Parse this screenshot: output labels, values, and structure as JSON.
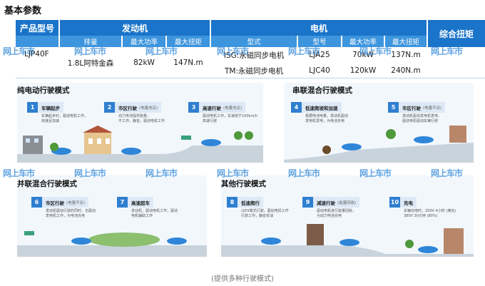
{
  "title": "基本参数",
  "table": {
    "col_model": "产品型号",
    "col_engine": "发动机",
    "col_motor": "电机",
    "col_combined": "综合扭矩",
    "engine_sub": [
      "排量",
      "最大功率",
      "最大扭矩"
    ],
    "motor_sub": [
      "型式",
      "型号",
      "最大功率",
      "最大扭矩"
    ],
    "model": "LJP40F",
    "engine": {
      "displacement": "1.8L阿特金森",
      "power": "82kW",
      "torque": "147N.m"
    },
    "motors": [
      {
        "type": "ISG:永磁同步电机",
        "model": "LJA25",
        "power": "70kW",
        "torque": "137N.m"
      },
      {
        "type": "TM:永磁同步电机",
        "model": "LJC40",
        "power": "120kW",
        "torque": "240N.m"
      }
    ]
  },
  "modes": {
    "ev": {
      "title": "纯电动行驶模式",
      "steps": [
        {
          "n": "1",
          "label": "车辆起步",
          "note": "",
          "desc": [
            "车辆起步时，驱动电机工作，",
            "快速且加速"
          ]
        },
        {
          "n": "2",
          "label": "市区行驶",
          "note": "(电量充足)",
          "desc": [
            "动力电池提供能量，",
            "不工作，静音，驱动电机工作"
          ]
        },
        {
          "n": "3",
          "label": "高速行驶",
          "note": "(电量充足)",
          "desc": [
            "驱动电机工作，车速低于100km/h",
            "高速行驶"
          ]
        }
      ]
    },
    "series": {
      "title": "串联混合行驶模式",
      "steps": [
        {
          "n": "4",
          "label": "低速爬坡和加速",
          "note": "",
          "desc": [
            "根据电池电量，发动机驱动",
            "发电机发电，为电池充电"
          ]
        },
        {
          "n": "5",
          "label": "市区行驶",
          "note": "(电量不足)",
          "desc": [
            "发动机驱动发电机发电，",
            "驱动电机驱动车辆行驶"
          ]
        }
      ]
    },
    "parallel": {
      "title": "并联混合行驶模式",
      "steps": [
        {
          "n": "6",
          "label": "市区行驶",
          "note": "(电量不足)",
          "desc": [
            "发动机驱动行驶的同时，也驱动",
            "发电机工作，为电池充电"
          ]
        },
        {
          "n": "7",
          "label": "高速超车",
          "note": "",
          "desc": [
            "发动机、驱动电机工作，驱动",
            "电机辅助工作"
          ]
        }
      ]
    },
    "other": {
      "title": "其他行驶模式",
      "steps": [
        {
          "n": "8",
          "label": "低速爬行",
          "note": "",
          "desc": [
            "以EV模式行驶，驱动电机工作",
            "行驶工作，静音省油"
          ]
        },
        {
          "n": "9",
          "label": "减速行驶",
          "note": "(能量回收)",
          "desc": [
            "驱动电机进行能量回收，",
            "为动力电池充电"
          ]
        },
        {
          "n": "10",
          "label": "充电",
          "note": "",
          "desc": [
            "车辆充电时，200V 4小时 (满充)",
            "380V 30分钟 (80%)"
          ]
        }
      ]
    }
  },
  "watermark": "网上车市",
  "caption": "(提供多种行驶模式)",
  "colors": {
    "header": "#1a74c9",
    "subheader": "#3d95dd",
    "step": "#2f7fd0",
    "watermark": "#2e86d8"
  }
}
